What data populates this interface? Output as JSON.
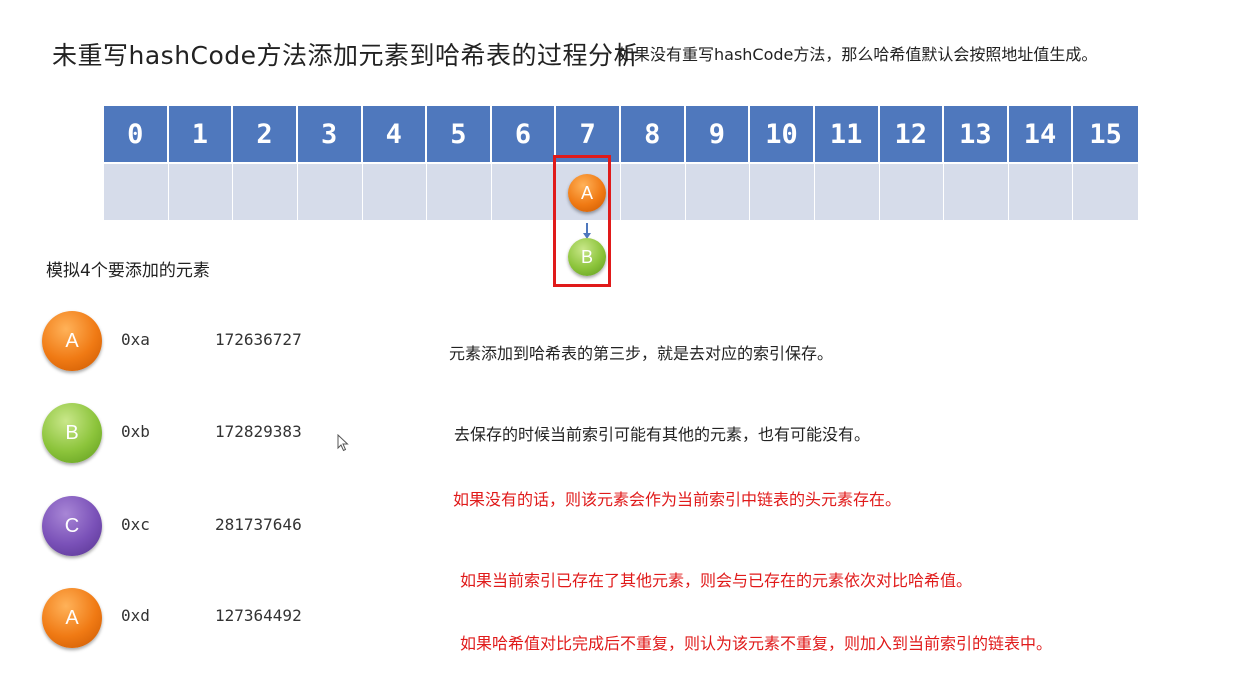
{
  "title": "未重写hashCode方法添加元素到哈希表的过程分析",
  "subtitle": "如果没有重写hashCode方法，那么哈希值默认会按照地址值生成。",
  "table": {
    "indices": [
      "0",
      "1",
      "2",
      "3",
      "4",
      "5",
      "6",
      "7",
      "8",
      "9",
      "10",
      "11",
      "12",
      "13",
      "14",
      "15"
    ],
    "bucket_index": "7",
    "bucket_chain": [
      {
        "label": "A",
        "color": "#f07a14"
      },
      {
        "label": "B",
        "color": "#8cc43b"
      }
    ]
  },
  "sim_label": "模拟4个要添加的元素",
  "elements": [
    {
      "label": "A",
      "color": "#f07a14",
      "address": "0xa",
      "hash": "172636727"
    },
    {
      "label": "B",
      "color": "#8cc43b",
      "address": "0xb",
      "hash": "172829383"
    },
    {
      "label": "C",
      "color": "#7a51b8",
      "address": "0xc",
      "hash": "281737646"
    },
    {
      "label": "A",
      "color": "#f07a14",
      "address": "0xd",
      "hash": "127364492"
    }
  ],
  "notes": [
    {
      "text": "元素添加到哈希表的第三步，就是去对应的索引保存。",
      "color": "#222222"
    },
    {
      "text": "去保存的时候当前索引可能有其他的元素，也有可能没有。",
      "color": "#222222"
    },
    {
      "text": "如果没有的话，则该元素会作为当前索引中链表的头元素存在。",
      "color": "#e01a1a"
    },
    {
      "text": "如果当前索引已存在了其他元素，则会与已存在的元素依次对比哈希值。",
      "color": "#e01a1a"
    },
    {
      "text": "如果哈希值对比完成后不重复，则认为该元素不重复，则加入到当前索引的链表中。",
      "color": "#e01a1a"
    }
  ],
  "highlight_color": "#e01a1a",
  "header_color": "#4f78bd",
  "cell_color": "#d6dcea"
}
